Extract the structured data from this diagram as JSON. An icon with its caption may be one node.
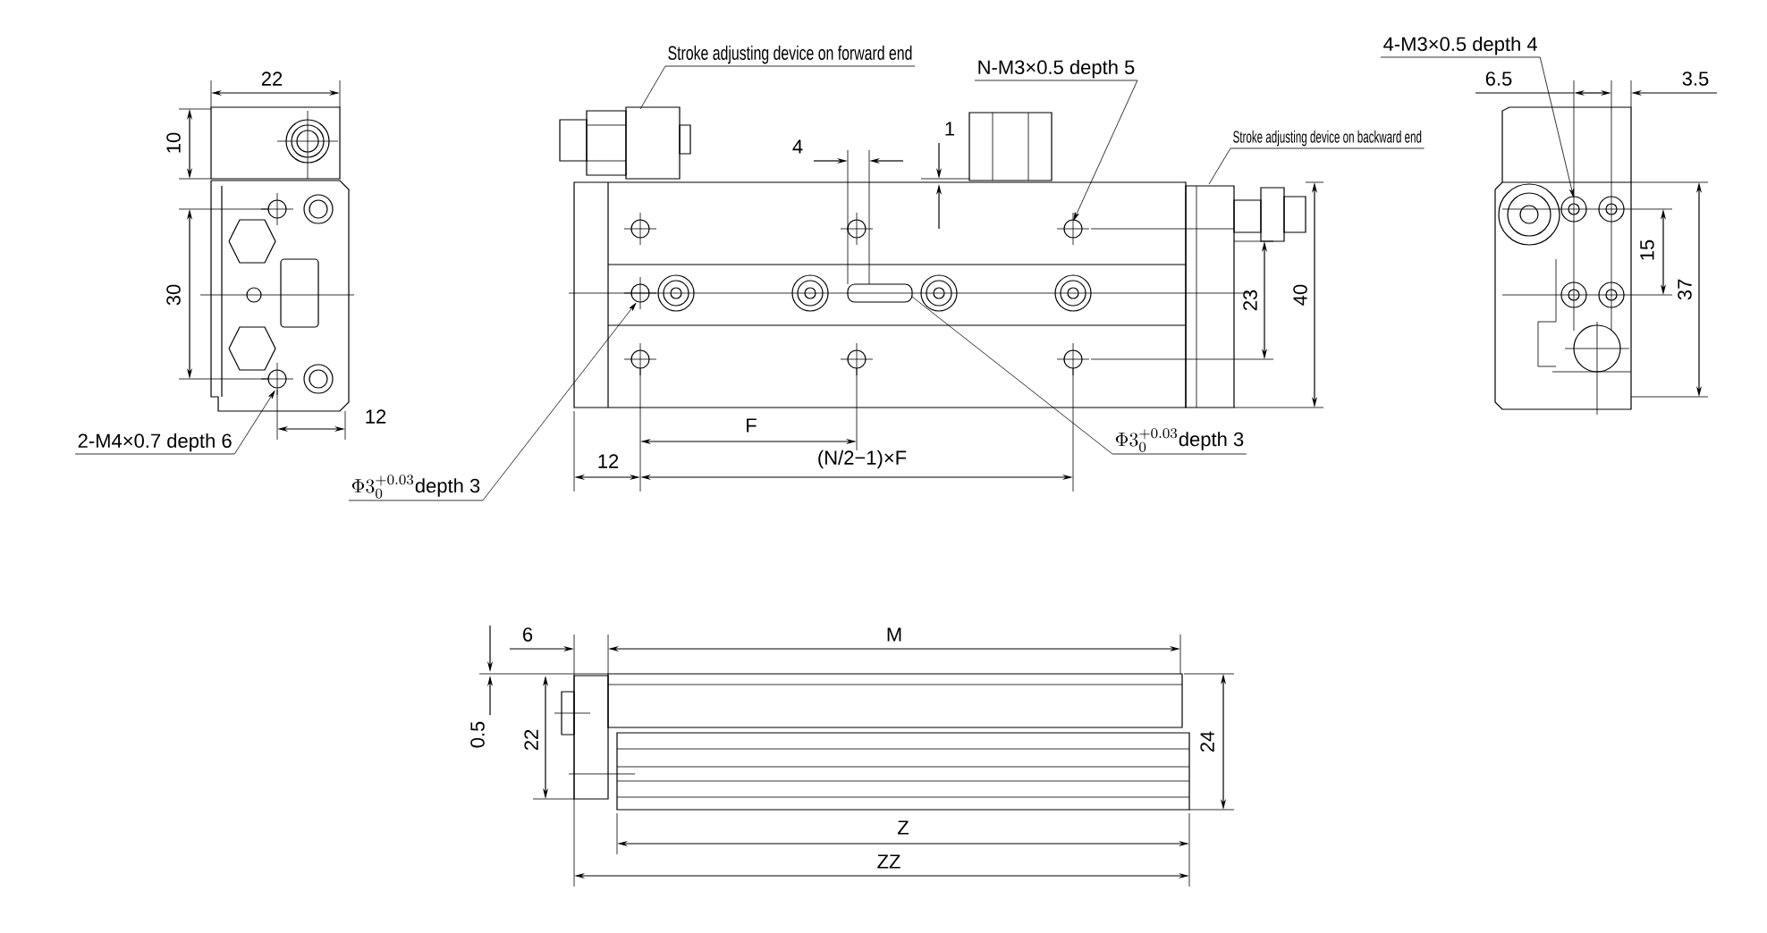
{
  "diagram": {
    "nodes": [
      {
        "text": [
          "Stroke adjusting device on forward end"
        ]
      },
      {
        "text": [
          "N-M3×0.5 depth 5"
        ]
      },
      {
        "text": [
          "4-M3×0.5 depth 4"
        ]
      },
      {
        "text": [
          "Stroke adjusting device on backward end"
        ]
      },
      {
        "text": [
          "2-M4×0.7 depth 6"
        ]
      },
      {
        "text": [
          "\\Phi 3^{+0.03}_{0}\\text{depth 3}"
        ]
      },
      {
        "text": [
          "\\Phi 3^{+0.03}_{0}\\text{depth 3}"
        ]
      }
    ],
    "edges": [
      {
        "from": 0,
        "to": null,
        "arrow": "none"
      },
      {
        "from": 1,
        "to": null,
        "arrow": "to"
      },
      {
        "from": 2,
        "to": null,
        "arrow": "to"
      },
      {
        "from": 3,
        "to": null,
        "arrow": "none"
      },
      {
        "from": 4,
        "to": null,
        "arrow": "to"
      },
      {
        "from": 5,
        "to": null,
        "arrow": "none"
      },
      {
        "from": 6,
        "to": null,
        "arrow": "to"
      }
    ],
    "labels": [
      "22",
      "10",
      "30",
      "12",
      "4",
      "1",
      "23",
      "40",
      "F",
      "12",
      "(N/2−1)×F",
      "6.5",
      "3.5",
      "15",
      "37",
      "6",
      "M",
      "0.5",
      "22",
      "24",
      "Z",
      "ZZ"
    ]
  }
}
